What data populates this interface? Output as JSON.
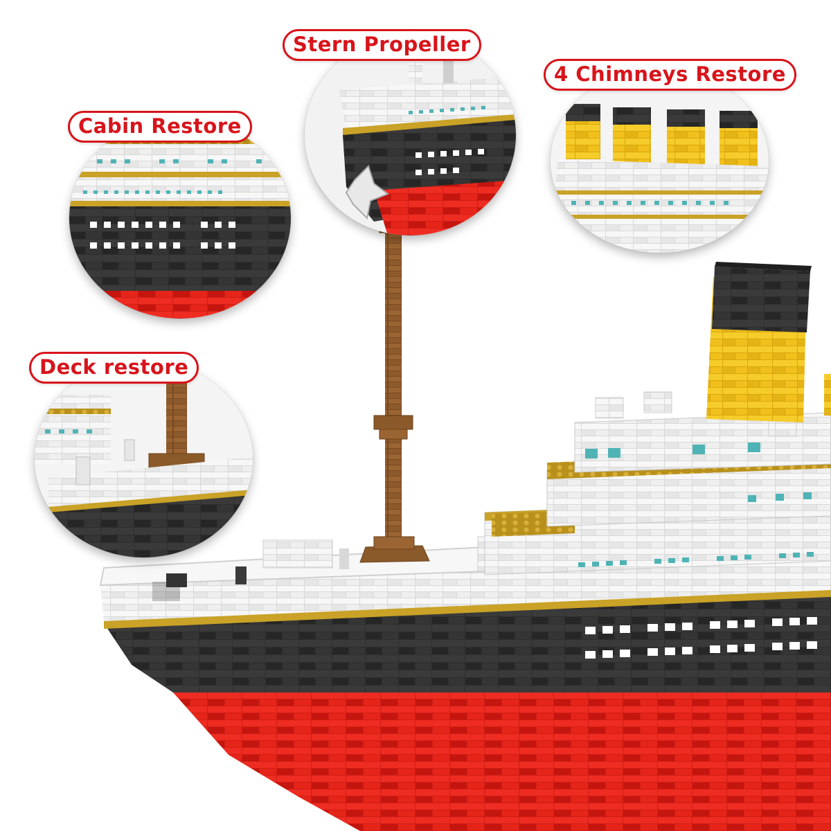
{
  "callouts": [
    {
      "id": "stern",
      "label": "Stern Propeller"
    },
    {
      "id": "chimneys",
      "label": "4 Chimneys Restore"
    },
    {
      "id": "cabin",
      "label": "Cabin Restore"
    },
    {
      "id": "deck",
      "label": "Deck restore"
    }
  ],
  "colors": {
    "label_red": "#d8141b",
    "hull_black": "#2c2c2c",
    "hull_red": "#e2231a",
    "trim_gold": "#c9a227",
    "funnel_yellow": "#f2c21a",
    "mast_brown": "#8a5a2b",
    "deck_white": "#f3f3f3",
    "window_teal": "#4fb3b5"
  }
}
